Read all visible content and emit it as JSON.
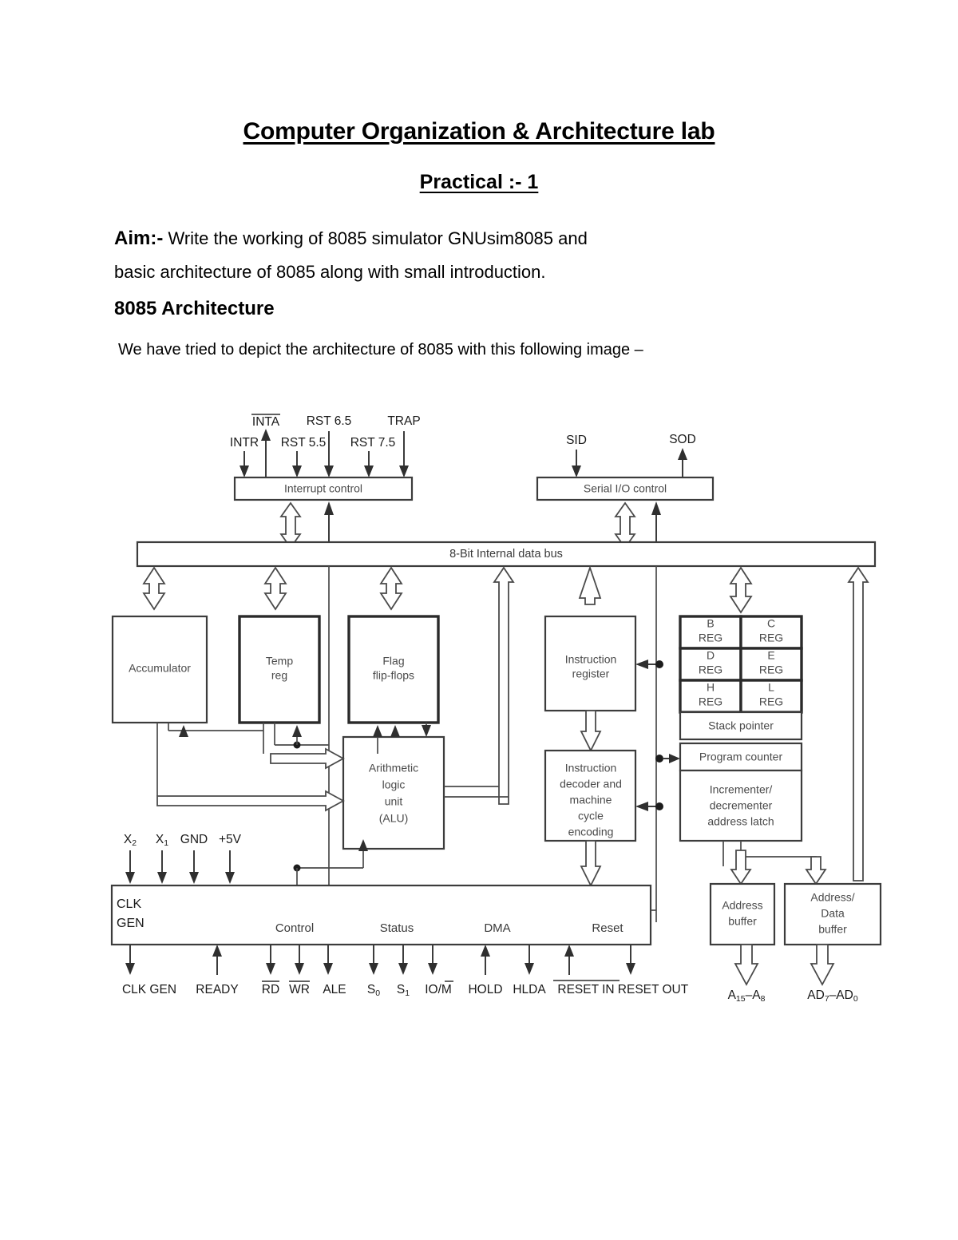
{
  "document": {
    "title": "Computer Organization & Architecture lab",
    "subtitle": "Practical :- 1",
    "aim_label": "Aim:-",
    "aim_text_line1": "Write the working of 8085 simulator GNUsim8085 and",
    "aim_text_line2": "basic  architecture of 8085 along with small introduction.",
    "section_heading": "8085 Architecture",
    "intro_line": "We have tried to depict the architecture of 8085 with this following image –"
  },
  "diagram": {
    "interrupt_control": "Interrupt control",
    "serial_io_control": "Serial I/O control",
    "data_bus": "8-Bit Internal data bus",
    "accumulator": "Accumulator",
    "temp_reg_line1": "Temp",
    "temp_reg_line2": "reg",
    "flag_line1": "Flag",
    "flag_line2": "flip-flops",
    "alu_line1": "Arithmetic",
    "alu_line2": "logic",
    "alu_line3": "unit",
    "alu_line4": "(ALU)",
    "instruction_register_line1": "Instruction",
    "instruction_register_line2": "register",
    "decoder_line1": "Instruction",
    "decoder_line2": "decoder and",
    "decoder_line3": "machine",
    "decoder_line4": "cycle",
    "decoder_line5": "encoding",
    "stack_pointer": "Stack pointer",
    "program_counter": "Program counter",
    "incrementer_line1": "Incrementer/",
    "incrementer_line2": "decrementer",
    "incrementer_line3": "address latch",
    "address_buffer_line1": "Address",
    "address_buffer_line2": "buffer",
    "address_data_buffer_line1": "Address/",
    "address_data_buffer_line2": "Data",
    "address_data_buffer_line3": "buffer",
    "clk_gen_line1": "CLK",
    "clk_gen_line2": "GEN",
    "registers": [
      {
        "name": "B",
        "sub": "REG"
      },
      {
        "name": "C",
        "sub": "REG"
      },
      {
        "name": "D",
        "sub": "REG"
      },
      {
        "name": "E",
        "sub": "REG"
      },
      {
        "name": "H",
        "sub": "REG"
      },
      {
        "name": "L",
        "sub": "REG"
      }
    ],
    "interrupt_signals": [
      "INTR",
      "INTA",
      "RST 5.5",
      "RST 6.5",
      "RST 7.5",
      "TRAP"
    ],
    "serial_signals": [
      "SID",
      "SOD"
    ],
    "power_pins": [
      "X",
      "X",
      "GND",
      "+5V"
    ],
    "power_pin_subs": [
      "2",
      "1",
      "",
      ""
    ],
    "group_labels": [
      "Control",
      "Status",
      "DMA",
      "Reset"
    ],
    "bottom_signals": [
      "CLK GEN",
      "READY",
      "RD",
      "WR",
      "ALE",
      "S",
      "S",
      "IO/M",
      "HOLD",
      "HLDA",
      "RESET IN",
      "RESET OUT"
    ],
    "bottom_signal_subs": [
      "0",
      "1"
    ],
    "bus_out_address": "A",
    "bus_out_address_hi": "15",
    "bus_out_address_lo": "8",
    "bus_out_addrdata": "AD",
    "bus_out_addrdata_hi": "7",
    "bus_out_addrdata_lo": "0"
  }
}
